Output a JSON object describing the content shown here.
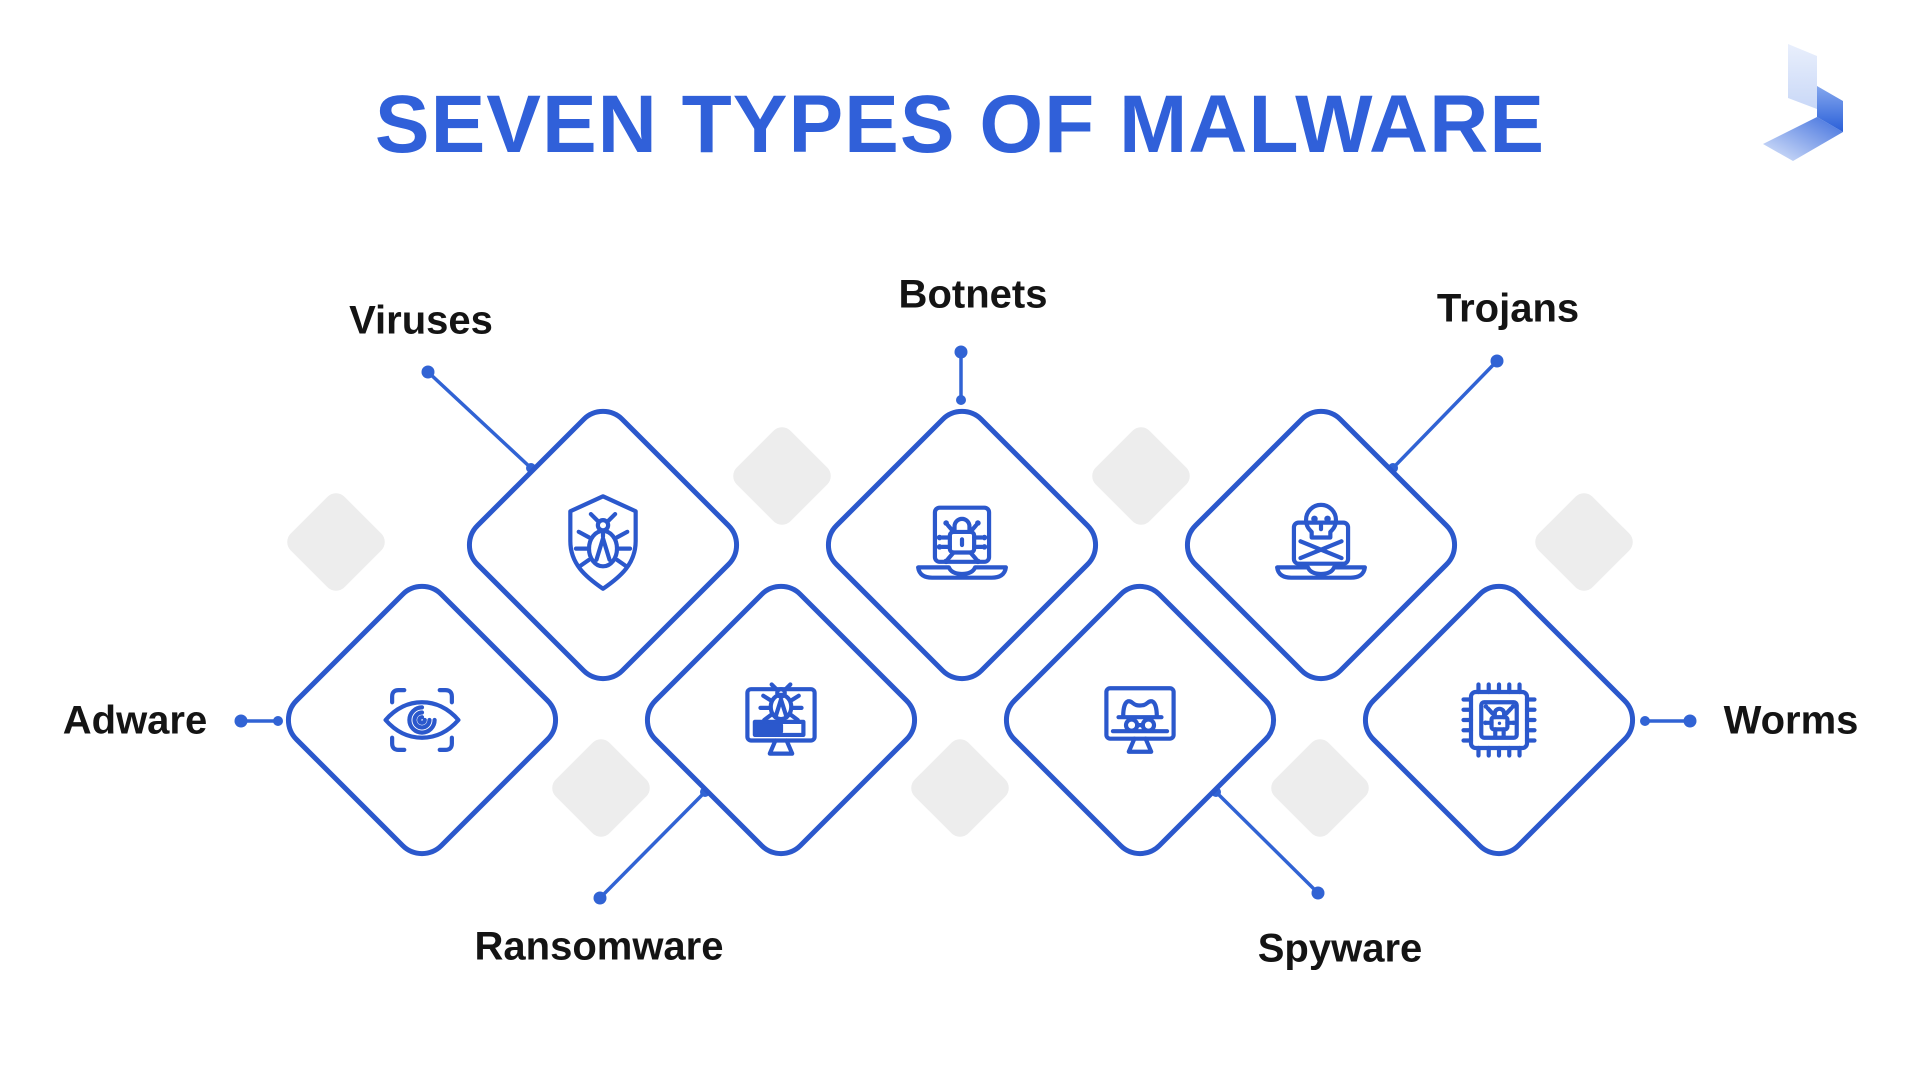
{
  "title": "SEVEN TYPES OF MALWARE",
  "colors": {
    "accent": "#3060d9",
    "stroke": "#2b58cc",
    "line": "#3163d4",
    "label": "#141414",
    "bg_diamond": "#ededed"
  },
  "logo": {
    "name": "brand-ribbon-logo"
  },
  "items": [
    {
      "label": "Viruses",
      "icon": "shield-bug-icon"
    },
    {
      "label": "Botnets",
      "icon": "laptop-network-lock-icon"
    },
    {
      "label": "Trojans",
      "icon": "laptop-skull-icon"
    },
    {
      "label": "Adware",
      "icon": "eye-scan-icon"
    },
    {
      "label": "Ransomware",
      "icon": "monitor-bug-progress-icon"
    },
    {
      "label": "Spyware",
      "icon": "monitor-incognito-icon"
    },
    {
      "label": "Worms",
      "icon": "chip-lock-icon"
    }
  ]
}
